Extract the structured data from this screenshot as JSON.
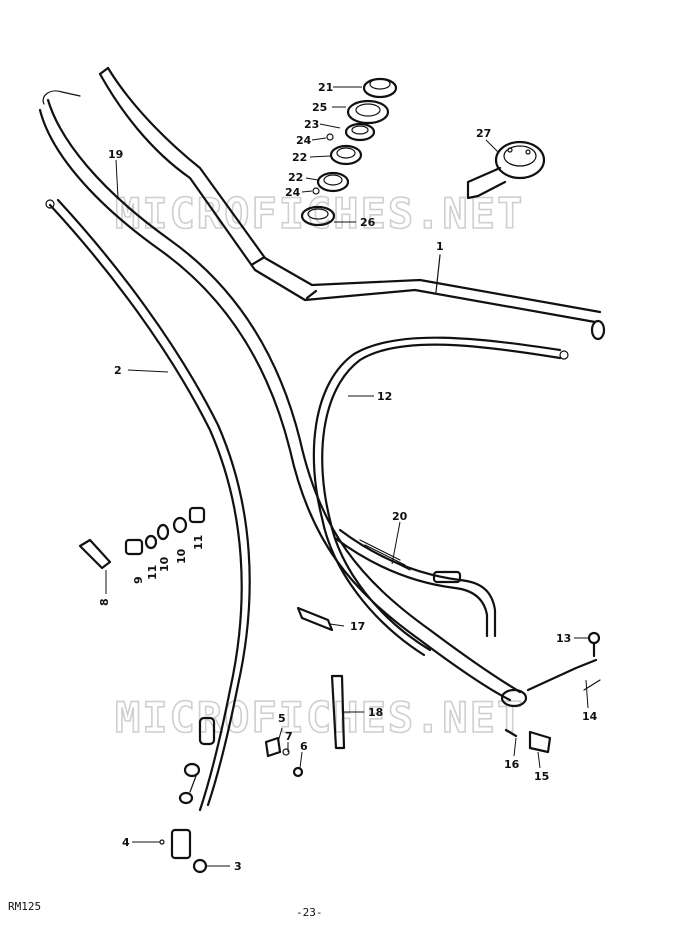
{
  "watermark": {
    "text": "MICROFICHES.NET"
  },
  "footer": {
    "model_code": "RM125",
    "page_number": "-23-"
  },
  "callouts": [
    "21",
    "25",
    "23",
    "24",
    "22",
    "22",
    "24",
    "26",
    "27",
    "19",
    "1",
    "2",
    "12",
    "20",
    "9",
    "11",
    "10",
    "10",
    "11",
    "8",
    "17",
    "13",
    "5",
    "7",
    "6",
    "18",
    "14",
    "16",
    "15",
    "4",
    "3"
  ]
}
